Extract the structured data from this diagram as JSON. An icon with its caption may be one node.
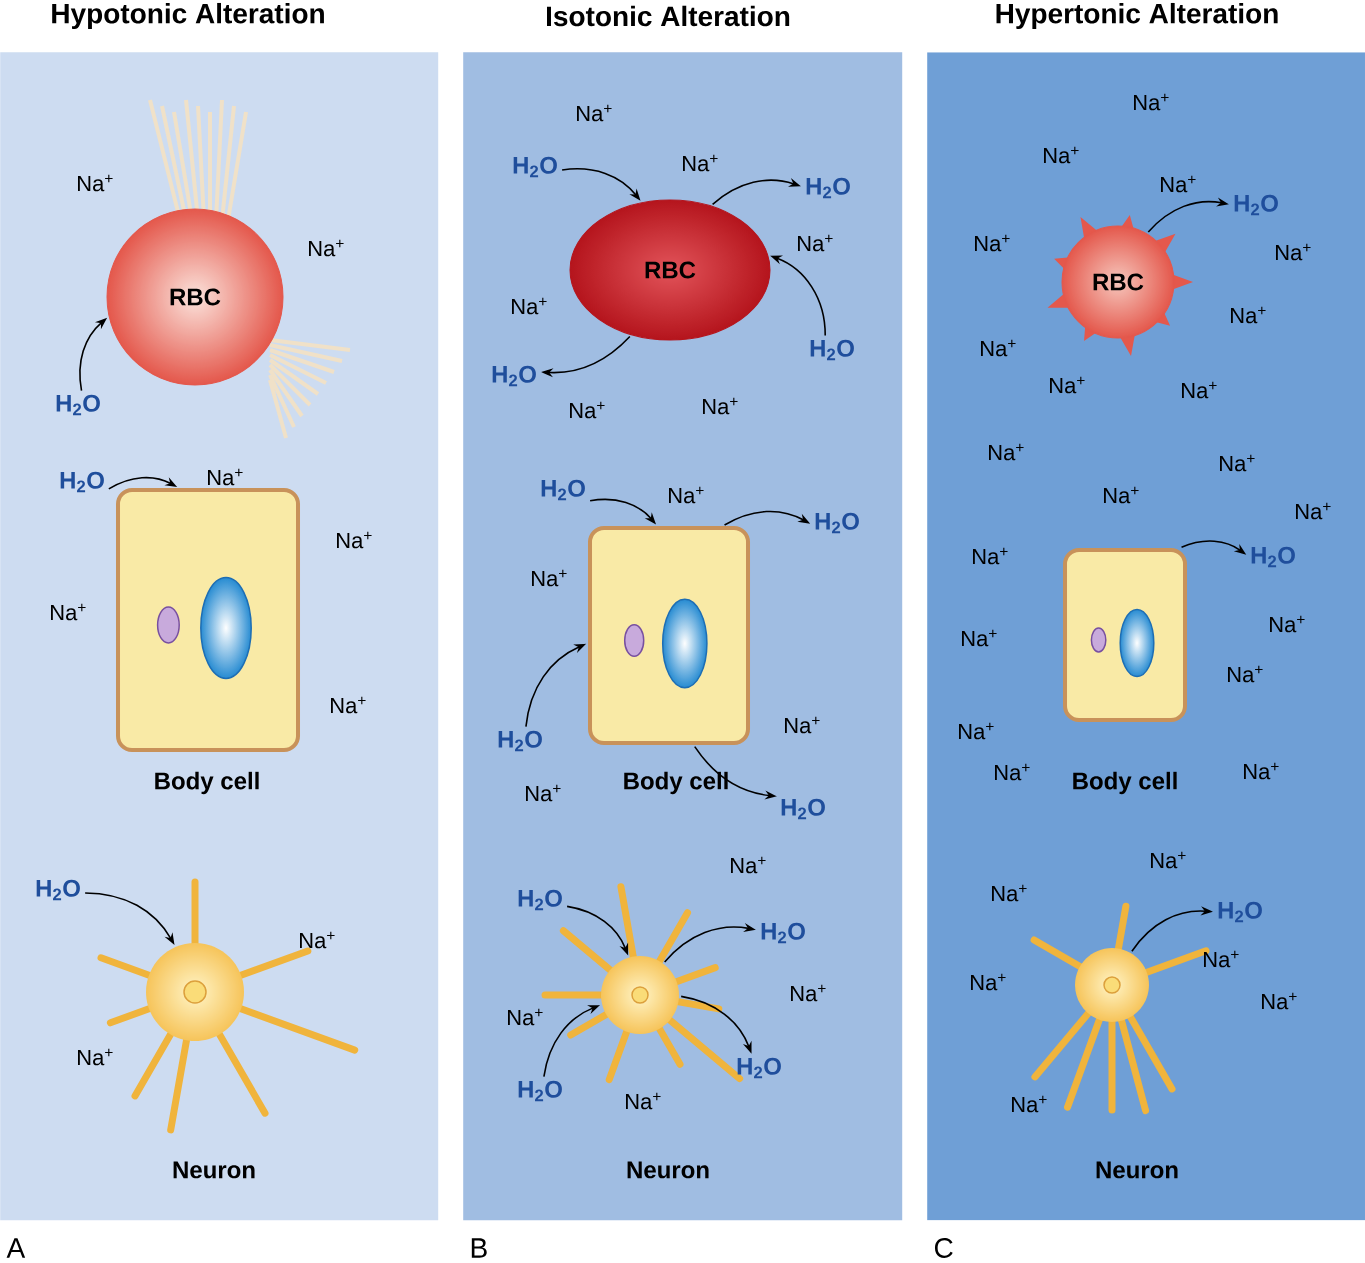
{
  "diagram": {
    "nodes": [
      {
        "text": [
          "Hypotonic Alteration"
        ]
      },
      {
        "text": [
          "RBC"
        ],
        "in": 0
      },
      {
        "text": [
          "H$_{2}$O"
        ],
        "in": 0
      },
      {
        "text": [
          "Body cell"
        ],
        "in": 0
      },
      {
        "text": [
          "H$_{2}$O"
        ],
        "in": 0
      },
      {
        "text": [
          "Neuron"
        ],
        "in": 0
      },
      {
        "text": [
          "H$_{2}$O"
        ],
        "in": 0
      },
      {
        "text": [
          "Isotonic Alteration"
        ]
      },
      {
        "text": [
          "RBC"
        ],
        "in": 7
      },
      {
        "text": [
          "H$_{2}$O"
        ],
        "in": 7
      },
      {
        "text": [
          "H$_{2}$O"
        ],
        "in": 7
      },
      {
        "text": [
          "H$_{2}$O"
        ],
        "in": 7
      },
      {
        "text": [
          "H$_{2}$O"
        ],
        "in": 7
      },
      {
        "text": [
          "Body cell"
        ],
        "in": 7
      },
      {
        "text": [
          "H$_{2}$O"
        ],
        "in": 7
      },
      {
        "text": [
          "H$_{2}$O"
        ],
        "in": 7
      },
      {
        "text": [
          "H$_{2}$O"
        ],
        "in": 7
      },
      {
        "text": [
          "H$_{2}$O"
        ],
        "in": 7
      },
      {
        "text": [
          "Neuron"
        ],
        "in": 7
      },
      {
        "text": [
          "H$_{2}$O"
        ],
        "in": 7
      },
      {
        "text": [
          "H$_{2}$O"
        ],
        "in": 7
      },
      {
        "text": [
          "H$_{2}$O"
        ],
        "in": 7
      },
      {
        "text": [
          "H$_{2}$O"
        ],
        "in": 7
      },
      {
        "text": [
          "Hypertonic Alteration"
        ]
      },
      {
        "text": [
          "RBC"
        ],
        "in": 23
      },
      {
        "text": [
          "H$_{2}$O"
        ],
        "in": 23
      },
      {
        "text": [
          "Body cell"
        ],
        "in": 23
      },
      {
        "text": [
          "H$_{2}$O"
        ],
        "in": 23
      },
      {
        "text": [
          "Neuron"
        ],
        "in": 23
      },
      {
        "text": [
          "H$_{2}$O"
        ],
        "in": 23
      }
    ],
    "edges": [
      {
        "from": 2,
        "to": 1,
        "arrow": "to"
      },
      {
        "from": 4,
        "to": 3,
        "arrow": "to"
      },
      {
        "from": 6,
        "to": 5,
        "arrow": "to"
      },
      {
        "from": 9,
        "to": 8,
        "arrow": "to"
      },
      {
        "from": 8,
        "to": 10,
        "arrow": "to"
      },
      {
        "from": 11,
        "to": 8,
        "arrow": "to"
      },
      {
        "from": 8,
        "to": 12,
        "arrow": "to"
      },
      {
        "from": 14,
        "to": 13,
        "arrow": "to"
      },
      {
        "from": 13,
        "to": 15,
        "arrow": "to"
      },
      {
        "from": 16,
        "to": 13,
        "arrow": "to"
      },
      {
        "from": 13,
        "to": 17,
        "arrow": "to"
      },
      {
        "from": 19,
        "to": 18,
        "arrow": "to"
      },
      {
        "from": 18,
        "to": 20,
        "arrow": "to"
      },
      {
        "from": 21,
        "to": 18,
        "arrow": "to"
      },
      {
        "from": 18,
        "to": 22,
        "arrow": "to"
      },
      {
        "from": 24,
        "to": 25,
        "arrow": "to"
      },
      {
        "from": 26,
        "to": 27,
        "arrow": "to"
      },
      {
        "from": 28,
        "to": 29,
        "arrow": "to"
      }
    ],
    "labels": [
      "Na$^{+}$",
      "Na$^{+}$",
      "Na$^{+}$",
      "Na$^{+}$",
      "Na$^{+}$",
      "Na$^{+}$",
      "Na$^{+}$",
      "Na$^{+}$",
      "Na$^{+}$",
      "Na$^{+}$",
      "Na$^{+}$",
      "Na$^{+}$",
      "Na$^{+}$",
      "Na$^{+}$",
      "Na$^{+}$",
      "Na$^{+}$",
      "Na$^{+}$",
      "Na$^{+}$",
      "Na$^{+}$",
      "Na$^{+}$",
      "Na$^{+}$",
      "Na$^{+}$",
      "Na$^{+}$",
      "Na$^{+}$",
      "Na$^{+}$",
      "Na$^{+}$",
      "Na$^{+}$",
      "Na$^{+}$",
      "Na$^{+}$",
      "Na$^{+}$",
      "Na$^{+}$",
      "Na$^{+}$",
      "Na$^{+}$",
      "Na$^{+}$",
      "Na$^{+}$",
      "Na$^{+}$",
      "Na$^{+}$",
      "Na$^{+}$",
      "Na$^{+}$",
      "Na$^{+}$",
      "Na$^{+}$",
      "Na$^{+}$",
      "Na$^{+}$",
      "Na$^{+}$",
      "Na$^{+}$",
      "Na$^{+}$",
      "Na$^{+}$",
      "Na$^{+}$",
      "A",
      "B",
      "C"
    ]
  }
}
